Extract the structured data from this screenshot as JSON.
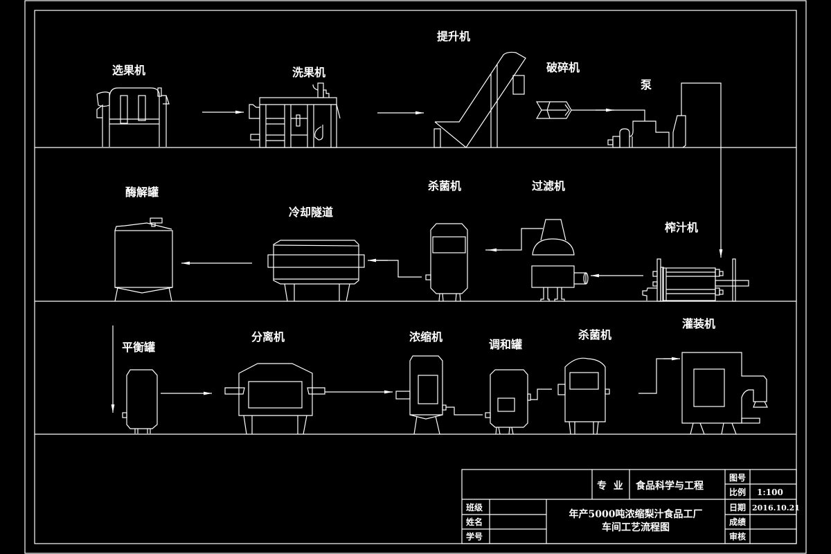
{
  "drawing": {
    "title_line1": "年产5000吨浓缩梨汁食品工厂",
    "title_line2": "车间工艺流程图",
    "colors": {
      "background": "#000000",
      "line": "#ffffff"
    }
  },
  "equipment": {
    "row1": {
      "sorter": "选果机",
      "washer": "洗果机",
      "elevator": "提升机",
      "crusher": "破碎机",
      "pump": "泵"
    },
    "row2": {
      "juicer": "榨汁机",
      "filter": "过滤机",
      "sterilizer": "杀菌机",
      "cooling_tunnel": "冷却隧道",
      "enzyme_tank": "酶解罐"
    },
    "row3": {
      "balance_tank": "平衡罐",
      "separator": "分离机",
      "concentrator": "浓缩机",
      "blending_tank": "调和罐",
      "sterilizer": "杀菌机",
      "filler": "灌装机"
    }
  },
  "title_block": {
    "major_label": "专  业",
    "major_value": "食品科学与工程",
    "class_label": "班级",
    "class_value": "",
    "name_label": "姓名",
    "name_value": "",
    "student_id_label": "学号",
    "student_id_value": "",
    "drawing_no_label": "图号",
    "drawing_no_value": "",
    "scale_label": "比例",
    "scale_value": "1:100",
    "date_label": "日期",
    "date_value": "2016.10.21",
    "grade_label": "成绩",
    "grade_value": "",
    "review_label": "审核",
    "review_value": ""
  }
}
